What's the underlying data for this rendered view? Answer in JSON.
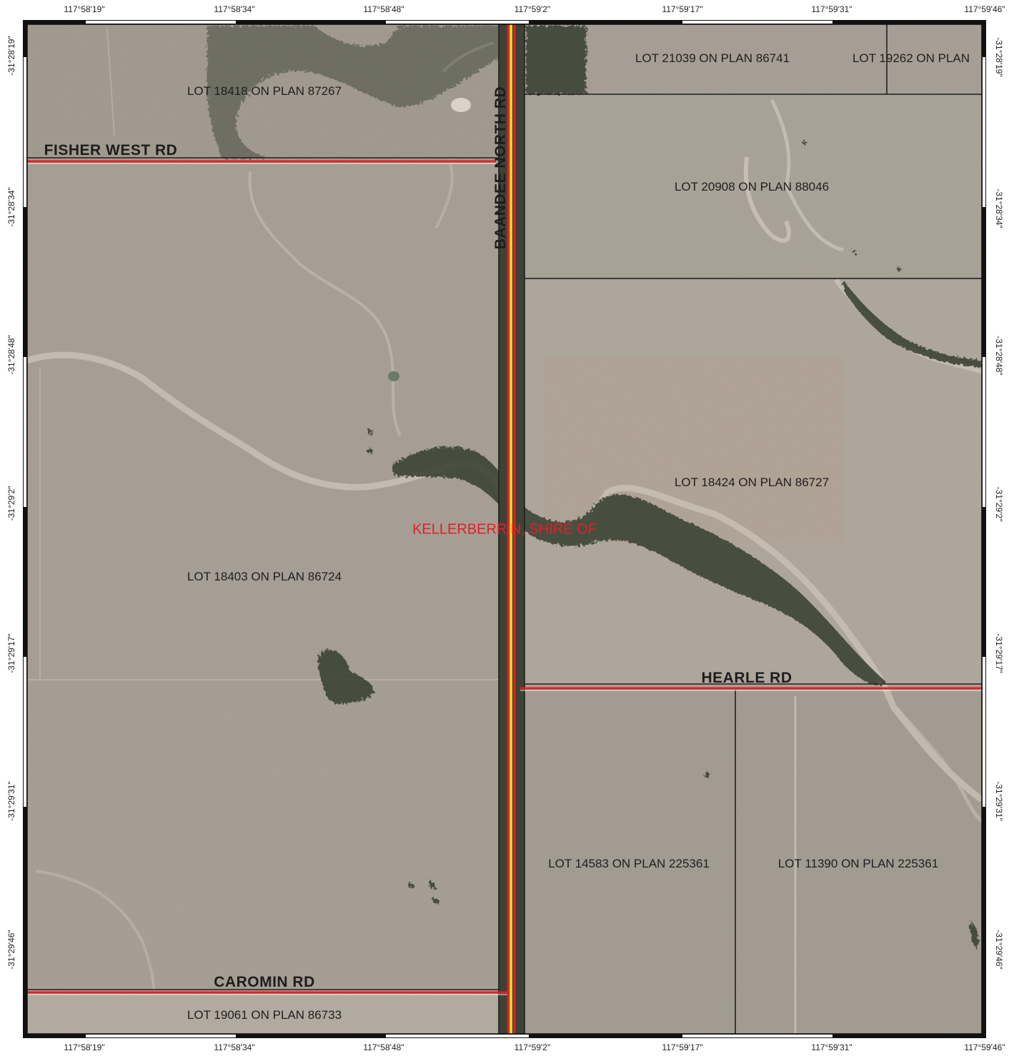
{
  "map": {
    "shire_label": "KELLERBERRIN, SHIRE OF",
    "colors": {
      "terrain": "#a79f94",
      "terrain_light": "#b8b0a4",
      "terrain_dark": "#978f85",
      "vegetation": "#3c4436",
      "road_casing": "#e21f26",
      "road_center": "#f2d21c",
      "lot_boundary": "#1f1f1f"
    }
  },
  "coordinates": {
    "top": [
      "117°58'19\"",
      "117°58'34\"",
      "117°58'48\"",
      "117°59'2\"",
      "117°59'17\"",
      "117°59'31\"",
      "117°59'46\""
    ],
    "bottom": [
      "117°58'19\"",
      "117°58'34\"",
      "117°58'48\"",
      "117°59'2\"",
      "117°59'17\"",
      "117°59'31\"",
      "117°59'46\""
    ],
    "left": [
      "-31°28'19\"",
      "-31°28'34\"",
      "-31°28'48\"",
      "-31°29'2\"",
      "-31°29'17\"",
      "-31°29'31\"",
      "-31°29'46\""
    ],
    "right": [
      "-31°28'19\"",
      "-31°28'34\"",
      "-31°28'48\"",
      "-31°29'2\"",
      "-31°29'17\"",
      "-31°29'31\"",
      "-31°29'46\""
    ]
  },
  "roads": [
    {
      "id": "fisher",
      "name": "FISHER WEST RD"
    },
    {
      "id": "baandee",
      "name": "BAANDEE NORTH RD"
    },
    {
      "id": "hearle",
      "name": "HEARLE RD"
    },
    {
      "id": "caromin",
      "name": "CAROMIN RD"
    }
  ],
  "lots": [
    {
      "id": "lot18418",
      "label": "LOT 18418 ON PLAN 87267"
    },
    {
      "id": "lot21039",
      "label": "LOT 21039 ON PLAN 86741"
    },
    {
      "id": "lot19262",
      "label": "LOT 19262 ON PLAN"
    },
    {
      "id": "lot20908",
      "label": "LOT 20908 ON PLAN 88046"
    },
    {
      "id": "lot18424",
      "label": "LOT 18424 ON PLAN 86727"
    },
    {
      "id": "lot18403",
      "label": "LOT 18403 ON PLAN 86724"
    },
    {
      "id": "lot14583",
      "label": "LOT 14583 ON PLAN 225361"
    },
    {
      "id": "lot11390",
      "label": "LOT 11390 ON PLAN 225361"
    },
    {
      "id": "lot19061",
      "label": "LOT 19061 ON PLAN 86733"
    }
  ]
}
